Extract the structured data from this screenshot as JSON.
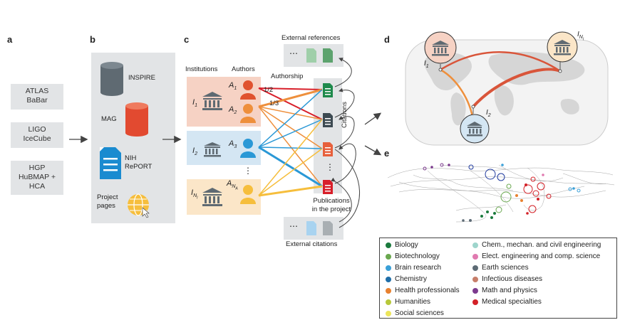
{
  "panels": {
    "a": "a",
    "b": "b",
    "c": "c",
    "d": "d",
    "e": "e"
  },
  "panel_a": {
    "groups": [
      {
        "lines": [
          "ATLAS",
          "BaBar"
        ]
      },
      {
        "lines": [
          "LIGO",
          "IceCube"
        ]
      },
      {
        "lines": [
          "HGP",
          "HuBMAP +",
          "HCA"
        ]
      }
    ]
  },
  "panel_b": {
    "sources": {
      "inspire": "INSPIRE",
      "mag": "MAG",
      "nih_1": "NIH",
      "nih_2": "RePORT",
      "project_1": "Project",
      "project_2": "pages"
    }
  },
  "panel_c": {
    "header_institutions": "Institutions",
    "header_authors": "Authors",
    "authorship": "Authorship",
    "external_references": "External references",
    "external_citations": "External citations",
    "publications_1": "Publications",
    "publications_2": "in the project",
    "citations": "Citations",
    "weight_a": "1/2",
    "weight_b": "1/3",
    "ellipsis": "⋯",
    "vdots": "⋮",
    "institutions": [
      {
        "label": "I",
        "sub": "1",
        "color": "#f6d2c4"
      },
      {
        "label": "I",
        "sub": "2",
        "color": "#d4e6f3"
      },
      {
        "label": "I",
        "sub": "N",
        "subsub": "I",
        "color": "#fbe6c8"
      }
    ],
    "authors": [
      {
        "label": "A",
        "sub": "1",
        "color": "#e0522f"
      },
      {
        "label": "A",
        "sub": "2",
        "color": "#ee8f3c"
      },
      {
        "label": "A",
        "sub": "3",
        "color": "#2a98d6"
      },
      {
        "label": "A",
        "sub": "N",
        "subsub": "A",
        "color": "#f6be3c"
      }
    ],
    "publications": [
      {
        "color": "#1f8a4c"
      },
      {
        "color": "#3d4a52"
      },
      {
        "color": "#e7603c"
      },
      {
        "color": "#d81f2a"
      }
    ]
  },
  "panel_d": {
    "nodes": [
      {
        "label": "I",
        "sub": "1"
      },
      {
        "label": "I",
        "sub": "N",
        "subsub": "I"
      },
      {
        "label": "I",
        "sub": "2"
      }
    ]
  },
  "legend": {
    "items": [
      {
        "label": "Biology",
        "color": "#1b7a3d"
      },
      {
        "label": "Biotechnology",
        "color": "#6aa84f"
      },
      {
        "label": "Brain research",
        "color": "#3aa0d8"
      },
      {
        "label": "Chemistry",
        "color": "#1f6ea8"
      },
      {
        "label": "Health professionals",
        "color": "#e8812f"
      },
      {
        "label": "Humanities",
        "color": "#b7c83a"
      },
      {
        "label": "Social sciences",
        "color": "#ece55a"
      },
      {
        "label": "Chem., mechan. and civil engineering",
        "color": "#9ed5cc"
      },
      {
        "label": "Elect. engineering and comp. science",
        "color": "#e07ab0"
      },
      {
        "label": "Earth sciences",
        "color": "#5d6b75"
      },
      {
        "label": "Infectious diseases",
        "color": "#c77e6a"
      },
      {
        "label": "Math and physics",
        "color": "#7c3a8e"
      },
      {
        "label": "Medical specialties",
        "color": "#d32027"
      }
    ]
  }
}
